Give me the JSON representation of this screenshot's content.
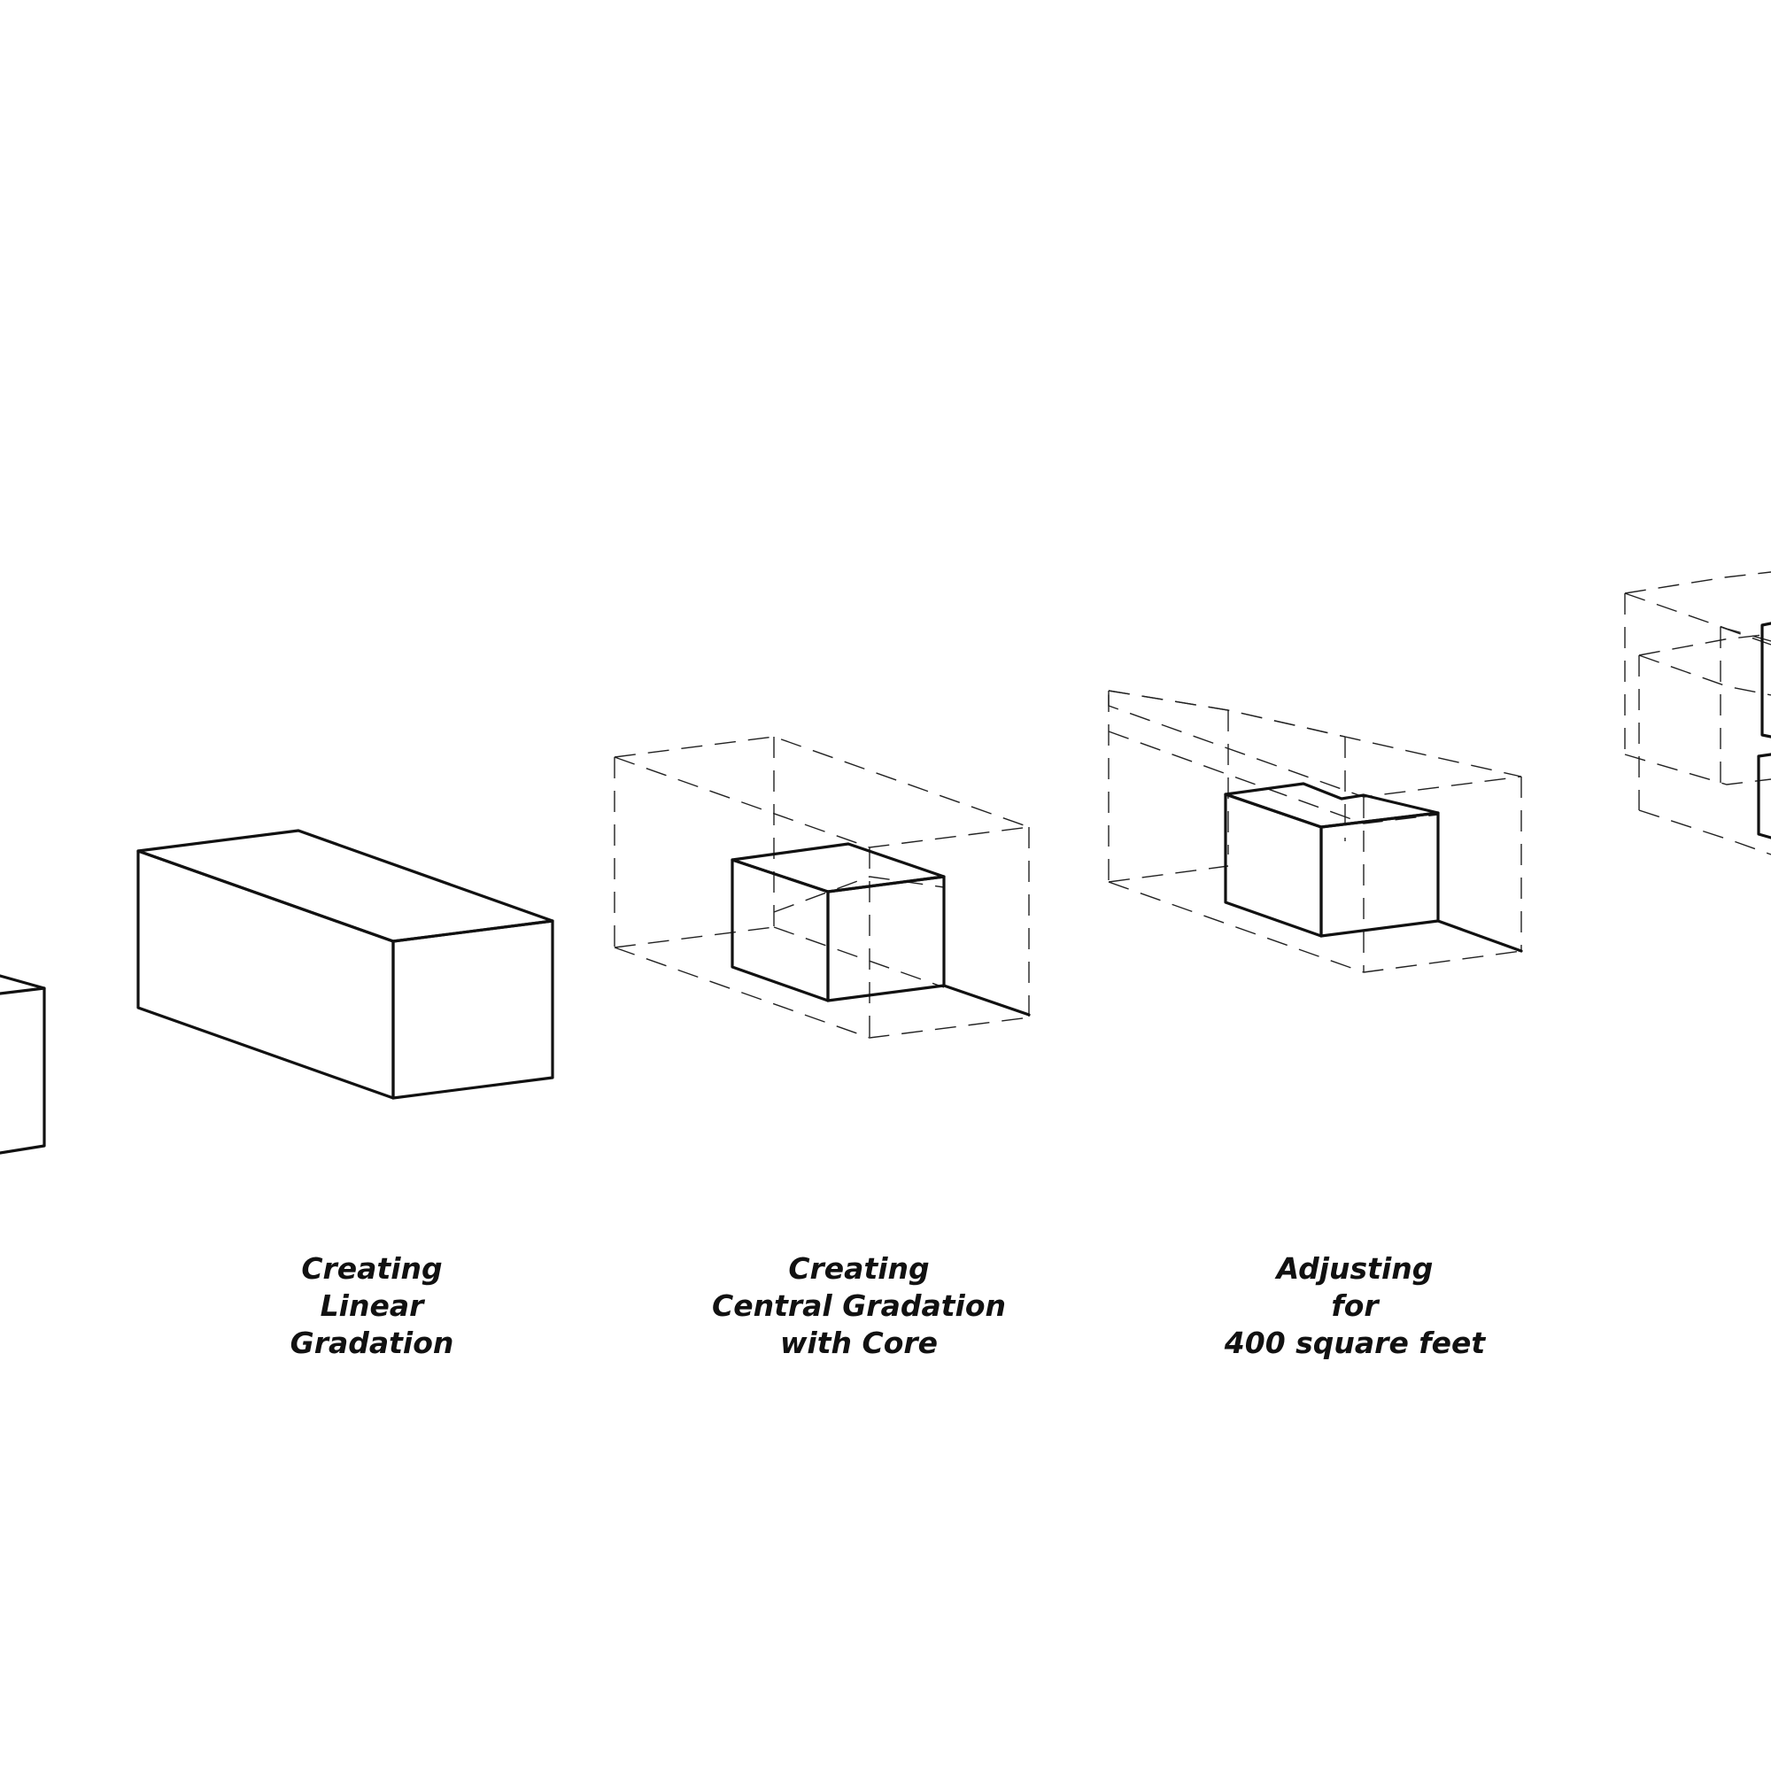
{
  "diagram": {
    "stroke_color": "#111111",
    "background_color": "#ffffff",
    "captions": [
      {
        "lines": [
          "Creating",
          "Linear",
          "Gradation"
        ]
      },
      {
        "lines": [
          "Creating",
          "Central Gradation",
          "with Core"
        ]
      },
      {
        "lines": [
          "Adjusting",
          "for",
          "400 square feet"
        ]
      }
    ]
  }
}
